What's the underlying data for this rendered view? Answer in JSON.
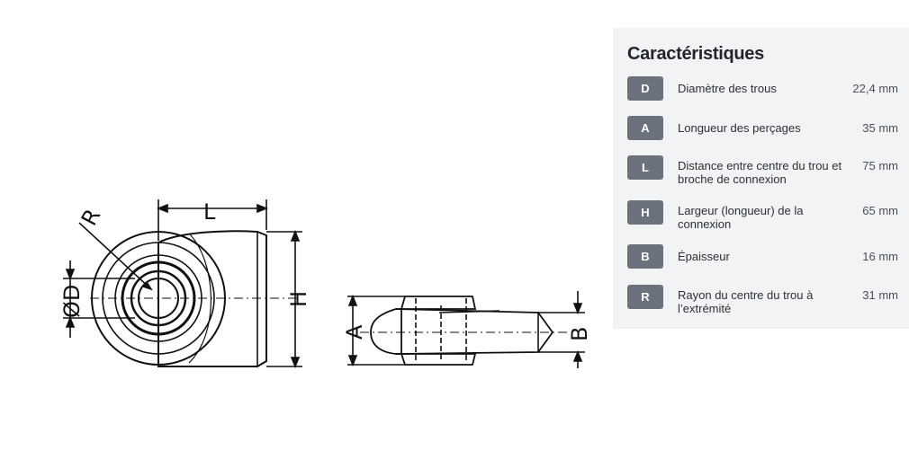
{
  "drawing": {
    "labels": {
      "radius": "R",
      "length": "L",
      "diameter": "ØD",
      "height": "H",
      "hole_length": "A",
      "thickness": "B"
    }
  },
  "panel": {
    "title": "Caractéristiques",
    "specs": [
      {
        "code": "D",
        "label": "Diamètre des trous",
        "value": "22,4 mm"
      },
      {
        "code": "A",
        "label": "Longueur des perçages",
        "value": "35 mm"
      },
      {
        "code": "L",
        "label": "Distance entre centre du trou et broche de connexion",
        "value": "75 mm"
      },
      {
        "code": "H",
        "label": "Largeur (longueur) de la connexion",
        "value": "65 mm"
      },
      {
        "code": "B",
        "label": "Épaisseur",
        "value": "16 mm"
      },
      {
        "code": "R",
        "label": "Rayon du centre du trou à l’extrémité",
        "value": "31 mm"
      }
    ]
  }
}
